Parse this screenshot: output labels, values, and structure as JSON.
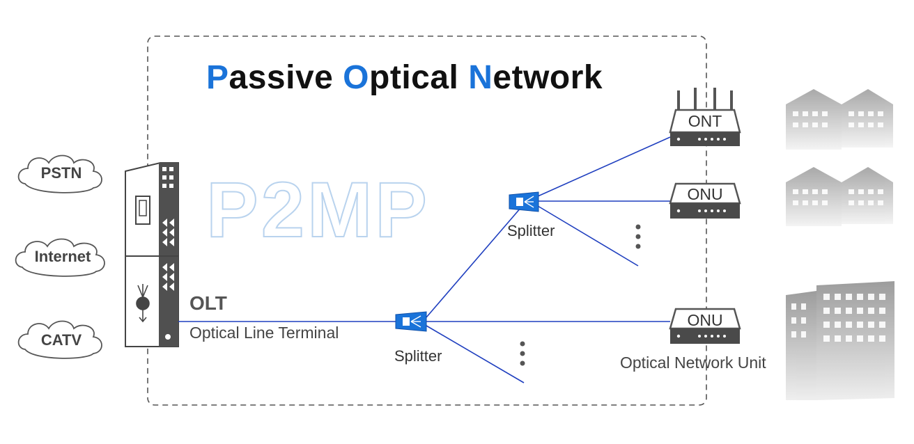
{
  "title": {
    "parts": [
      {
        "cap": "P",
        "rest": "assive "
      },
      {
        "cap": "O",
        "rest": "ptical "
      },
      {
        "cap": "N",
        "rest": "etwork"
      }
    ]
  },
  "watermark": "P2MP",
  "services": [
    "PSTN",
    "Internet",
    "CATV"
  ],
  "olt": {
    "name": "OLT",
    "full_name": "Optical Line Terminal"
  },
  "splitters": [
    "Splitter",
    "Splitter"
  ],
  "devices": [
    "ONT",
    "ONU",
    "ONU"
  ],
  "onu_full_name": "Optical Network Unit",
  "colors": {
    "accent": "#1a73d9",
    "fiber": "#1f3fbf",
    "device": "#4a4a4a",
    "border": "#555555"
  }
}
